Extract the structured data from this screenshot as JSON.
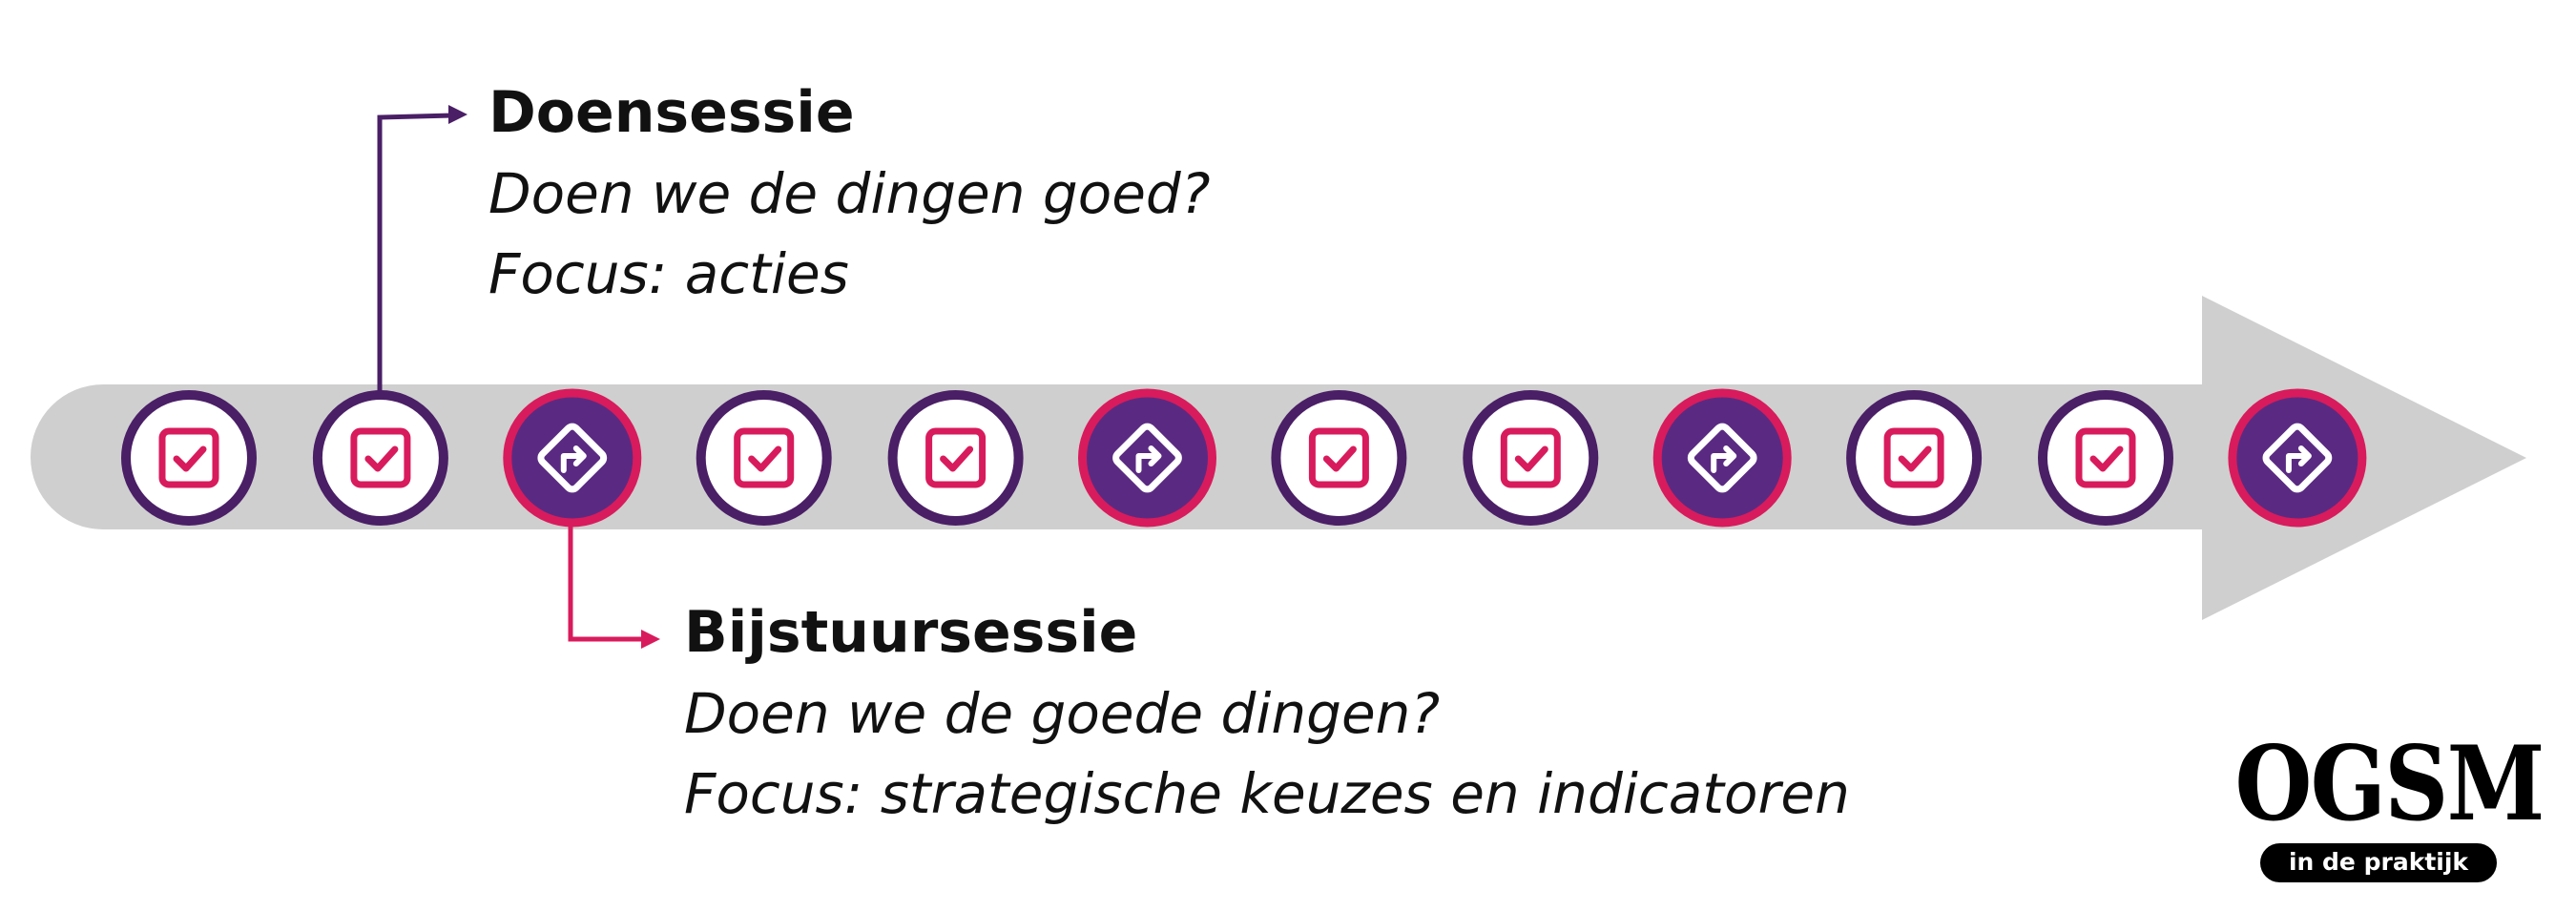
{
  "doensessie": {
    "title": "Doensessie",
    "question": "Doen we de dingen goed?",
    "focus": "Focus: acties"
  },
  "bijstuursessie": {
    "title": "Bijstuursessie",
    "question": "Doen we de goede dingen?",
    "focus": "Focus: strategische keuzes en indicatoren"
  },
  "sessions": [
    "check",
    "check",
    "steer",
    "check",
    "check",
    "steer",
    "check",
    "check",
    "steer",
    "check",
    "check",
    "steer"
  ],
  "logo": {
    "name": "OGSM",
    "tagline": "in de praktijk"
  },
  "colors": {
    "purple": "#4a1f66",
    "purple_fill": "#5a2a82",
    "pink": "#d81b5c",
    "arrow_gray": "#cfcfcf"
  },
  "icons": {
    "check": "checkbox-check-icon",
    "steer": "turn-right-sign-icon"
  }
}
